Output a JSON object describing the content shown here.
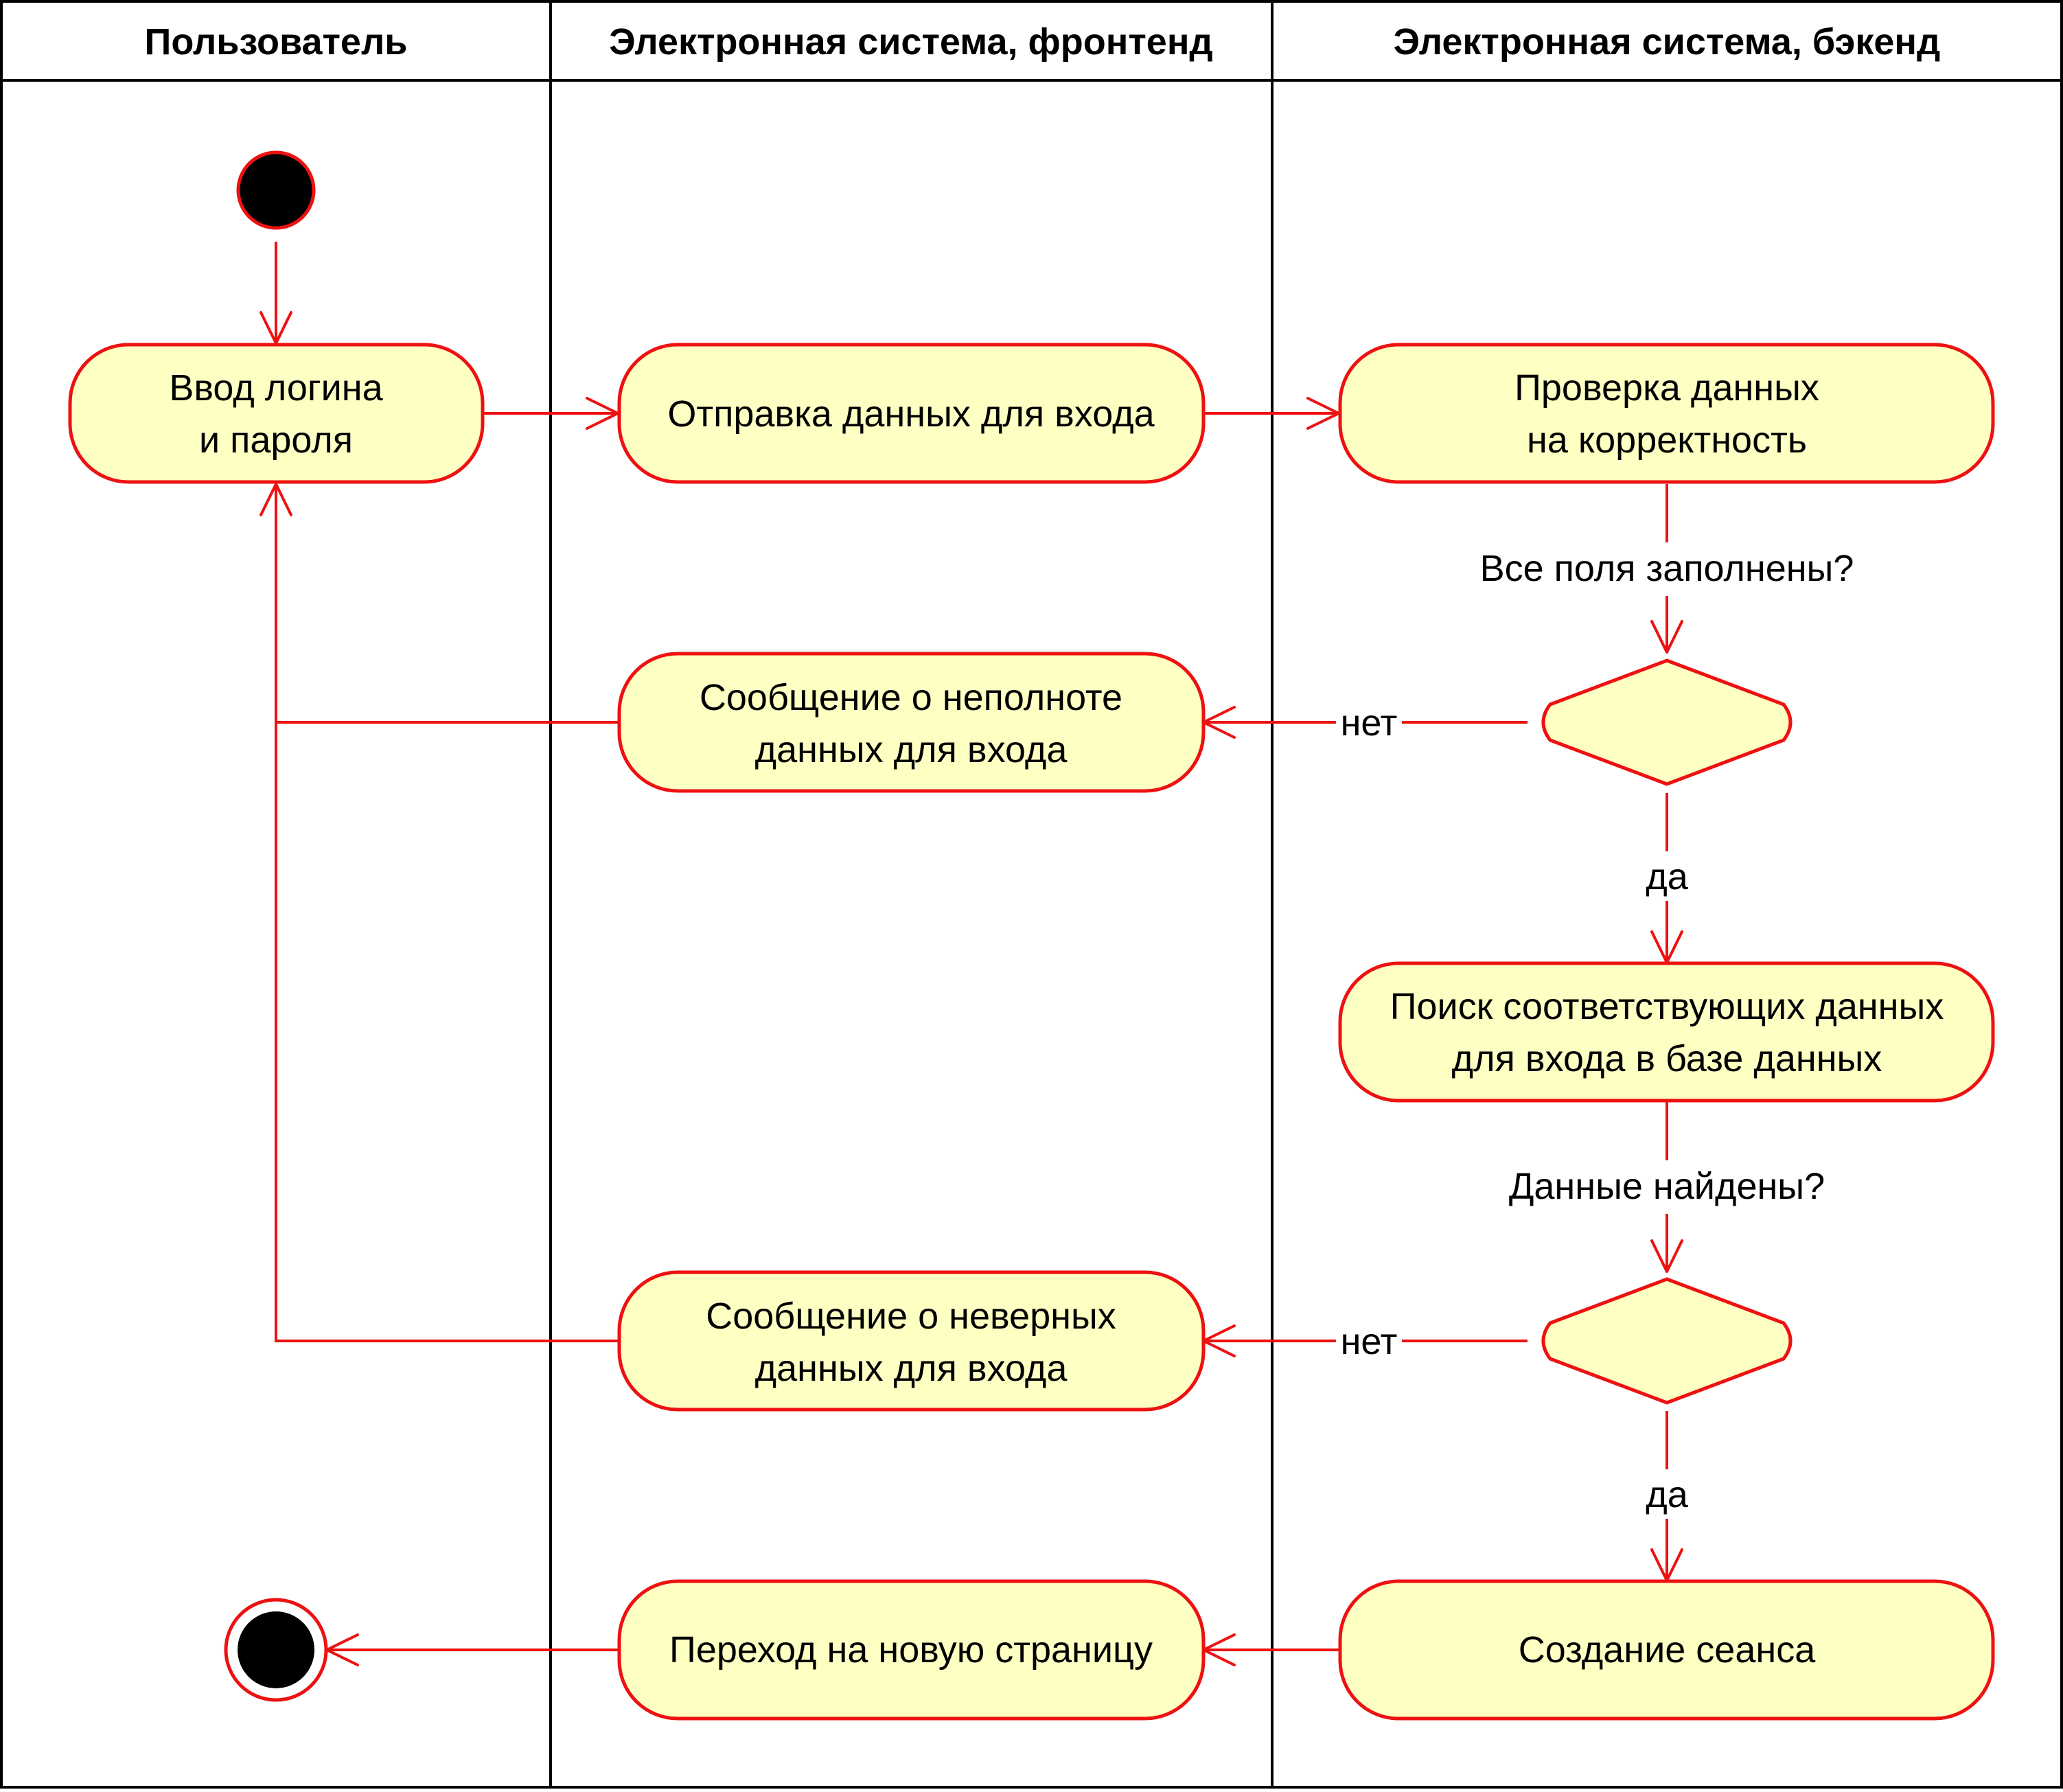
{
  "colors": {
    "node_fill": "#FEFFC3",
    "node_stroke": "#EE1111",
    "edge": "#EE1111",
    "lane_border": "#000000"
  },
  "lanes": [
    {
      "title": "Пользователь"
    },
    {
      "title": "Электронная система, фронтенд"
    },
    {
      "title": "Электронная система, бэкенд"
    }
  ],
  "nodes": {
    "login_input": {
      "lines": [
        "Ввод логина",
        "и пароля"
      ]
    },
    "send_login_data": {
      "lines": [
        "Отправка данных для входа"
      ]
    },
    "validate_data": {
      "lines": [
        "Проверка данных",
        "на корректность"
      ]
    },
    "incomplete_message": {
      "lines": [
        "Сообщение о неполноте",
        "данных для входа"
      ]
    },
    "search_data": {
      "lines": [
        "Поиск соответствующих данных",
        "для входа в базе данных"
      ]
    },
    "invalid_message": {
      "lines": [
        "Сообщение о неверных",
        "данных для входа"
      ]
    },
    "redirect_page": {
      "lines": [
        "Переход на новую страницу"
      ]
    },
    "create_session": {
      "lines": [
        "Создание сеанса"
      ]
    }
  },
  "guards": {
    "all_fields_filled": "Все поля заполнены?",
    "data_found": "Данные найдены?"
  },
  "branch_labels": {
    "no_1": "нет",
    "yes_1": "да",
    "no_2": "нет",
    "yes_2": "да"
  }
}
